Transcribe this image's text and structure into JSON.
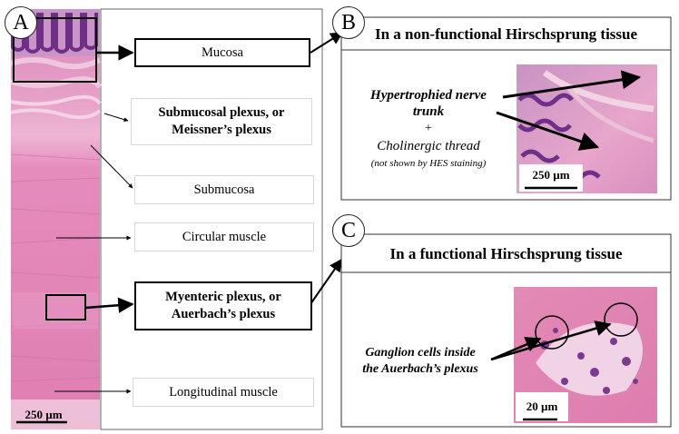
{
  "panel_a": {
    "letter": "A",
    "scale_bar": "250 µm",
    "labels": {
      "mucosa": "Mucosa",
      "submucosal_plexus_line1": "Submucosal plexus, or",
      "submucosal_plexus_line2": "Meissner’s plexus",
      "submucosa": "Submucosa",
      "circular_muscle": "Circular muscle",
      "myenteric_plexus_line1": "Myenteric plexus, or",
      "myenteric_plexus_line2": "Auerbach’s plexus",
      "longitudinal_muscle": "Longitudinal muscle"
    }
  },
  "panel_b": {
    "letter": "B",
    "title": "In a non-functional Hirschsprung tissue",
    "trunk_line1": "Hypertrophied nerve",
    "trunk_line2": "trunk",
    "plus": "+",
    "thread": "Cholinergic thread",
    "thread_note": "(not shown by HES staining)",
    "scale_bar": "250 µm"
  },
  "panel_c": {
    "letter": "C",
    "title": "In a functional Hirschsprung tissue",
    "ganglion_line1": "Ganglion cells inside",
    "ganglion_line2": "the Auerbach’s plexus",
    "scale_bar": "20 µm"
  },
  "colors": {
    "he_pink": "#e27fb0",
    "he_purple": "#8b3f95",
    "submucosa_pale": "#f2c4dc"
  }
}
